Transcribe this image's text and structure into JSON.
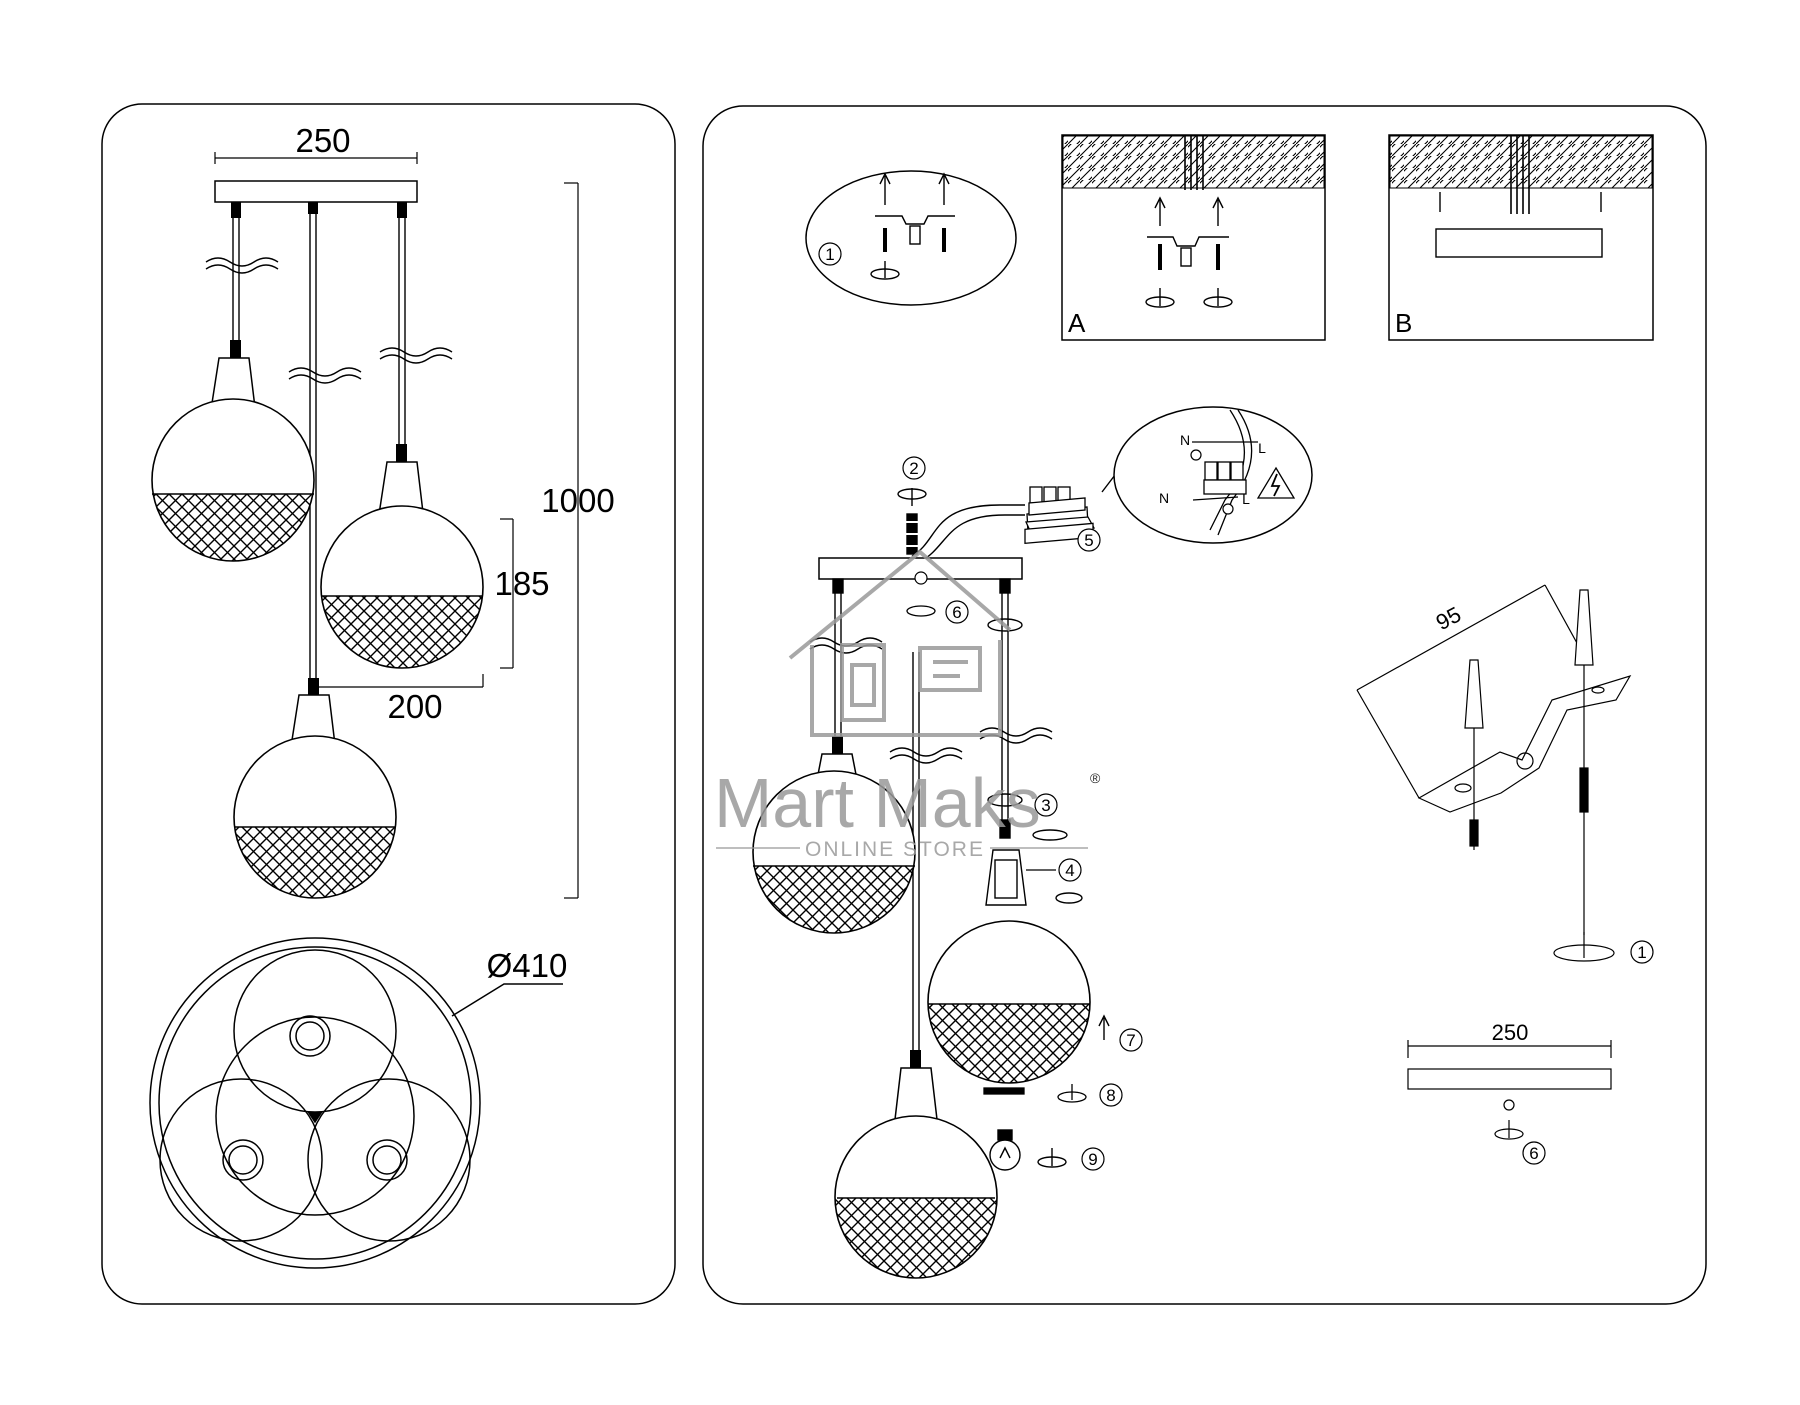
{
  "dimensions": {
    "canopy_width": "250",
    "total_height": "1000",
    "shade_height": "185",
    "spacing": "200",
    "diameter": "Ø410",
    "bracket_width": "95",
    "bracket_canopy_width": "250"
  },
  "panel_labels": {
    "a": "A",
    "b": "B"
  },
  "wiring_labels": {
    "neutral_top": "N",
    "live_top": "L",
    "neutral_bottom": "N",
    "live_bottom": "L"
  },
  "steps": {
    "s1": "1",
    "s2": "2",
    "s3": "3",
    "s4": "4",
    "s5": "5",
    "s6": "6",
    "s7": "7",
    "s8": "8",
    "s9": "9",
    "s1b": "1",
    "s6b": "6"
  },
  "watermark": {
    "brand": "Mart Maks",
    "registered": "®",
    "subtitle": "ONLINE STORE",
    "color": "#9a9a9a"
  },
  "colors": {
    "line": "#000000",
    "background": "#ffffff"
  }
}
